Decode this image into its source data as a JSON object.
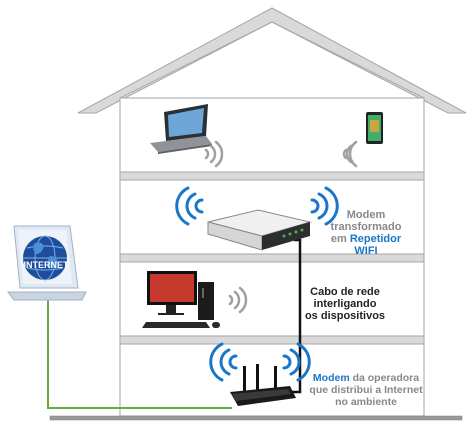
{
  "colors": {
    "wall_gray": "#d9d9d9",
    "outline": "#a6a6a6",
    "wifi_blue": "#1a76c9",
    "wifi_gray": "#a0a0a0",
    "internet_cable": "#5fae3e",
    "lan_cable": "#111111",
    "text_gray": "#888888",
    "text_blue": "#1a76c9"
  },
  "internet_label": "INTERNET",
  "repeater_label": {
    "line1": "Modem",
    "line2": "transformado",
    "line3_prefix": "em ",
    "line3_highlight": "Repetidor",
    "line4": "WIFI"
  },
  "cable_label": {
    "line1": "Cabo de rede",
    "line2": "interligando",
    "line3": "os dispositivos"
  },
  "router_label": {
    "line1_highlight": "Modem",
    "line1_rest": " da operadora",
    "line2": "que distribui a Internet",
    "line3": "no ambiente"
  },
  "icons": [
    "house-outline",
    "laptop-icon",
    "smartphone-icon",
    "modem-repeater-icon",
    "desktop-pc-icon",
    "router-icon",
    "globe-laptop-icon",
    "wifi-icon"
  ]
}
